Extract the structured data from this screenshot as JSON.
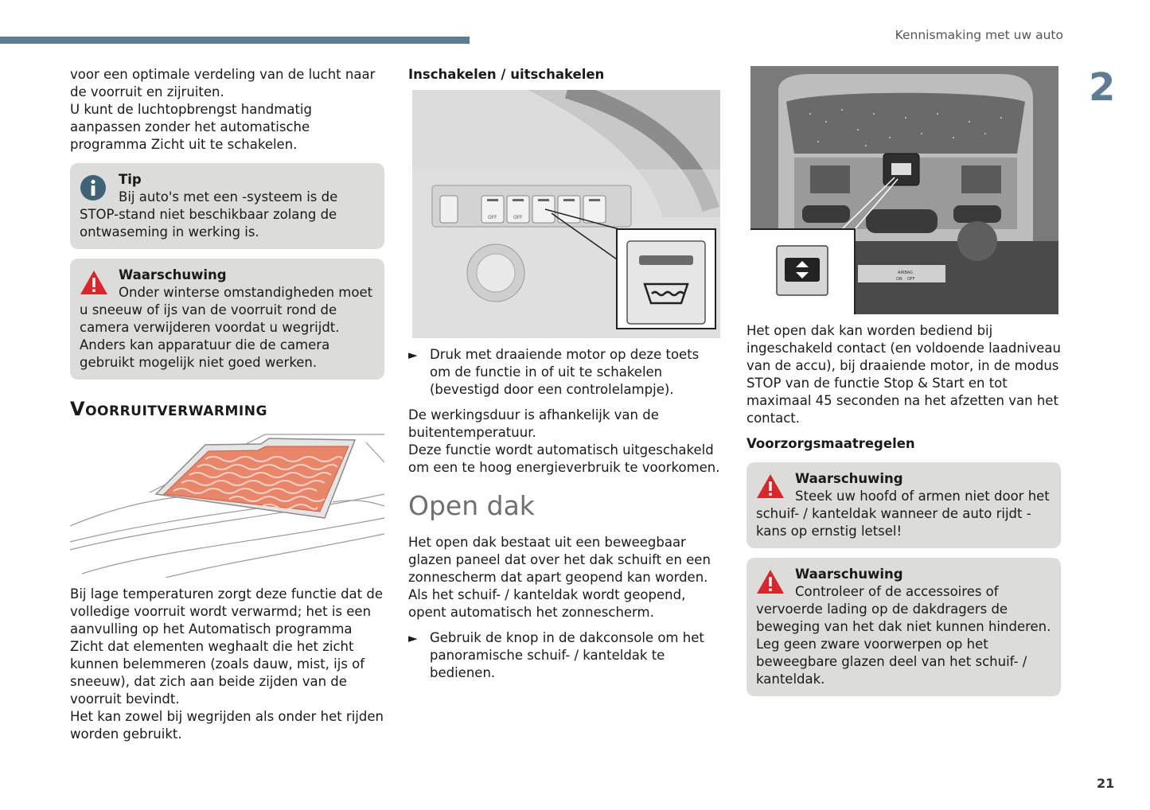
{
  "header": {
    "chapter_title": "Kennismaking met uw auto",
    "chapter_number": "2",
    "page_number": "21"
  },
  "col1": {
    "intro": [
      "voor een optimale verdeling van de lucht naar de voorruit en zijruiten.",
      "U kunt de luchtopbrengst handmatig aanpassen zonder het automatische programma Zicht uit te schakelen."
    ],
    "tip": {
      "title": "Tip",
      "text": "Bij auto's met een -systeem is de STOP-stand niet beschikbaar zolang de ontwaseming in werking is."
    },
    "warning": {
      "title": "Waarschuwing",
      "text": "Onder winterse omstandigheden moet u sneeuw of ijs van de voorruit rond de camera verwijderen voordat u wegrijdt. Anders kan apparatuur die de camera gebruikt mogelijk niet goed werken."
    },
    "section_title": "Voorruitverwarming",
    "paragraphs": [
      "Bij lage temperaturen zorgt deze functie dat de volledige voorruit wordt verwarmd; het is een aanvulling op het Automatisch programma Zicht dat elementen weghaalt die het zicht kunnen belemmeren (zoals dauw, mist, ijs of sneeuw), dat zich aan beide zijden van de voorruit bevindt.",
      "Het kan zowel bij wegrijden als onder het rijden worden gebruikt."
    ]
  },
  "col2": {
    "subtitle": "Inschakelen / uitschakelen",
    "panel_labels": [
      "OFF",
      "OFF"
    ],
    "bullet1": "Druk met draaiende motor op deze toets om de functie in of uit te schakelen (bevestigd door een controlelampje).",
    "paragraphs": [
      "De werkingsduur is afhankelijk van de buitentemperatuur.",
      "Deze functie wordt automatisch uitgeschakeld om een te hoog energieverbruik te voorkomen."
    ],
    "title": "Open dak",
    "dak_paragraphs": [
      "Het open dak bestaat uit een beweegbaar glazen paneel dat over het dak schuift en een zonnescherm dat apart geopend kan worden.",
      "Als het schuif- / kanteldak wordt geopend, opent automatisch het zonnescherm."
    ],
    "bullet2": "Gebruik de knop in de dakconsole om het panoramische schuif- / kanteldak te bedienen."
  },
  "col3": {
    "console_labels": {
      "airbag": "AIRBAG",
      "on": "ON",
      "off": "OFF"
    },
    "paragraph": "Het open dak kan worden bediend bij ingeschakeld contact (en voldoende laadniveau van de accu), bij draaiende motor, in de modus STOP van de functie Stop & Start en tot maximaal 45 seconden na het afzetten van het contact.",
    "subtitle": "Voorzorgsmaatregelen",
    "warning1": {
      "title": "Waarschuwing",
      "text": "Steek uw hoofd of armen niet door het schuif- / kanteldak wanneer de auto rijdt - kans op ernstig letsel!"
    },
    "warning2": {
      "title": "Waarschuwing",
      "text": "Controleer of de accessoires of vervoerde lading op de dakdragers de beweging van het dak niet kunnen hinderen. Leg geen zware voorwerpen op het beweegbare glazen deel van het schuif- / kanteldak."
    }
  },
  "icons": {
    "tip": "info-icon",
    "warning": "warning-triangle-icon",
    "bullet": "arrow-right-icon"
  },
  "colors": {
    "accent": "#5d7c92",
    "note_bg": "#dcdcda",
    "warning_red": "#d9262b",
    "heating_orange": "#e8866a"
  }
}
